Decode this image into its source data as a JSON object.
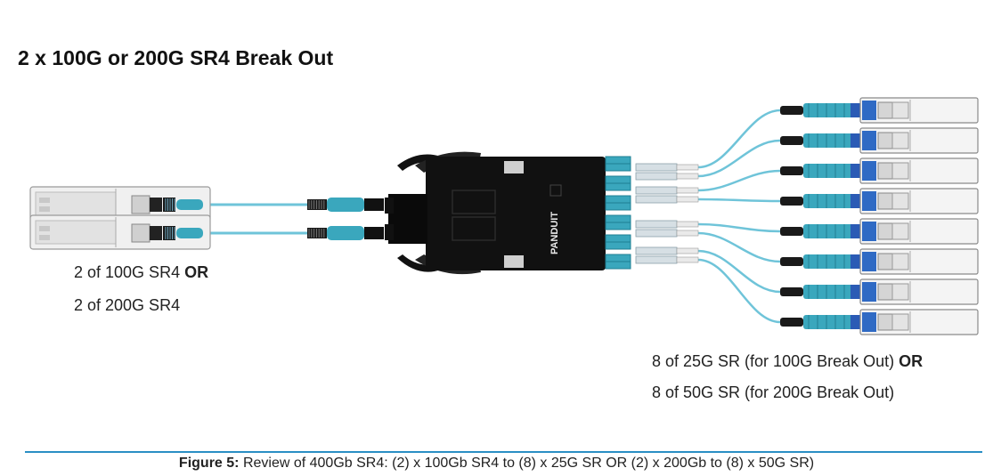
{
  "title": "2 x 100G or 200G SR4 Break Out",
  "left_label": {
    "line1_text": "2 of 100G SR4",
    "line1_bold": "OR",
    "line2": "2 of 200G SR4"
  },
  "right_label": {
    "line1_text": "8 of 25G SR (for 100G Break Out)",
    "line1_bold": "OR",
    "line2": "8 of 50G SR (for 200G Break Out)"
  },
  "logo": "PANDUIT",
  "caption": {
    "bold": "Figure 5:",
    "text": "Review of 400Gb SR4: (2) x 100Gb SR4 to (8) x 25G SR OR (2) x 200Gb to (8) x 50G SR)"
  },
  "colors": {
    "cable": "#6fc4d9",
    "connector": "#3aa7bd",
    "module": "#111111",
    "rule": "#2a8fc4"
  },
  "counts": {
    "qsfp_transceivers": 2,
    "sfp_transceivers": 8
  }
}
